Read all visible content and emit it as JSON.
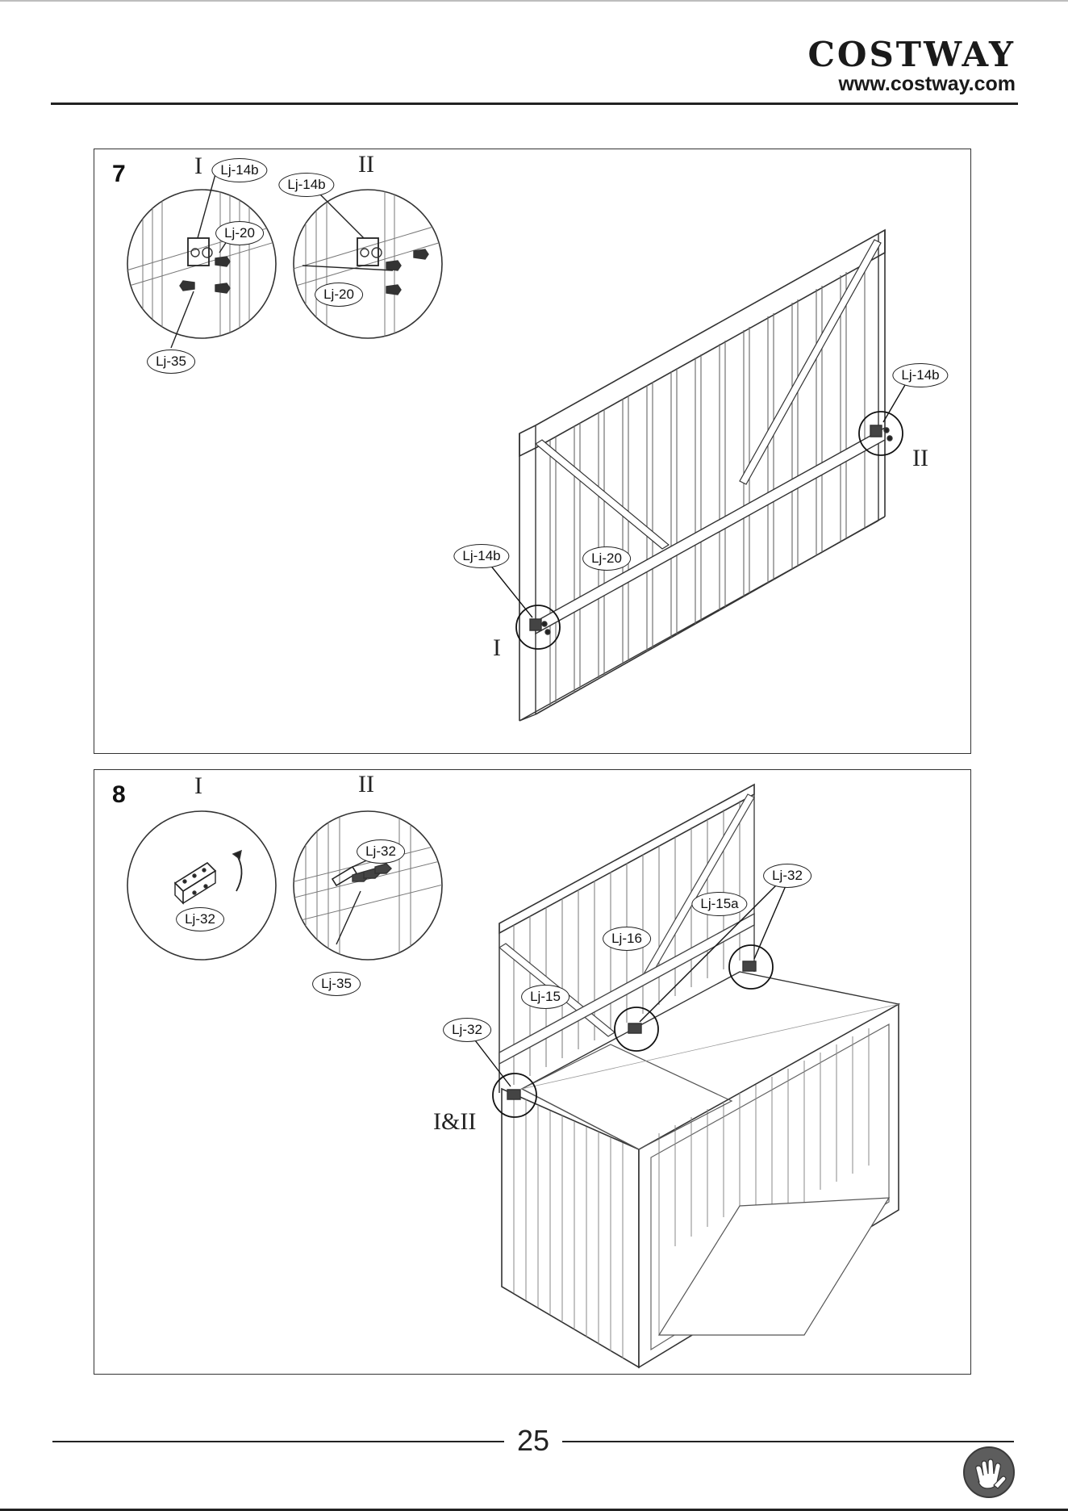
{
  "brand": {
    "name": "COSTWAY",
    "url": "www.costway.com"
  },
  "page_number": "25",
  "steps": [
    {
      "number": "7",
      "detail_labels": [
        "I",
        "II"
      ],
      "diagram_labels": [
        "II",
        "I"
      ],
      "parts": [
        "Lj-14b",
        "Lj-20",
        "Lj-35",
        "Lj-14b",
        "Lj-20",
        "Lj-14b",
        "Lj-14b",
        "Lj-20"
      ]
    },
    {
      "number": "8",
      "detail_labels": [
        "I",
        "II"
      ],
      "diagram_labels": [
        "I&II"
      ],
      "parts": [
        "Lj-32",
        "Lj-32",
        "Lj-35",
        "Lj-32",
        "Lj-15a",
        "Lj-16",
        "Lj-15",
        "Lj-32"
      ]
    }
  ],
  "icons": [
    "glove-icon"
  ]
}
